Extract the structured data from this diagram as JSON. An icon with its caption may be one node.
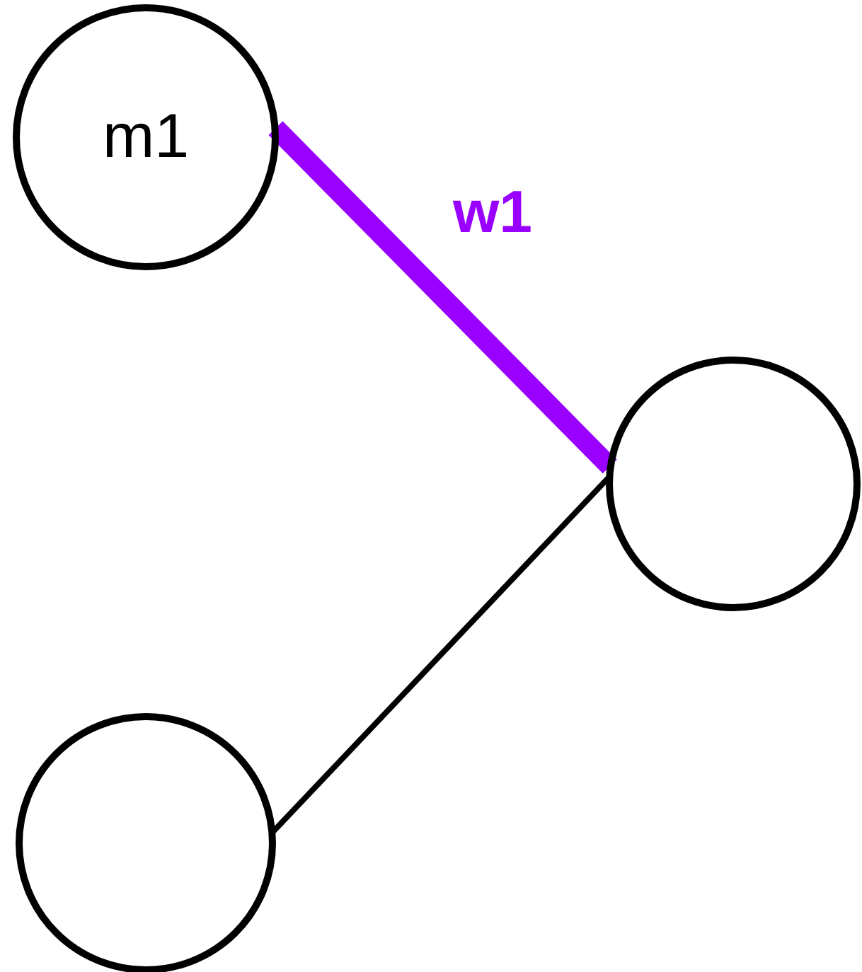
{
  "diagram": {
    "nodes": [
      {
        "text": [
          "m1"
        ]
      },
      {
        "text": [],
        "shape": "circle"
      },
      {
        "text": [],
        "shape": "circle"
      }
    ],
    "edges": [
      {
        "from": 0,
        "to": 1,
        "arrow": "none",
        "label": "w1",
        "style": "thick",
        "color": "#9900ff"
      },
      {
        "from": 2,
        "to": 1,
        "arrow": "none",
        "color": "#000000"
      }
    ]
  }
}
